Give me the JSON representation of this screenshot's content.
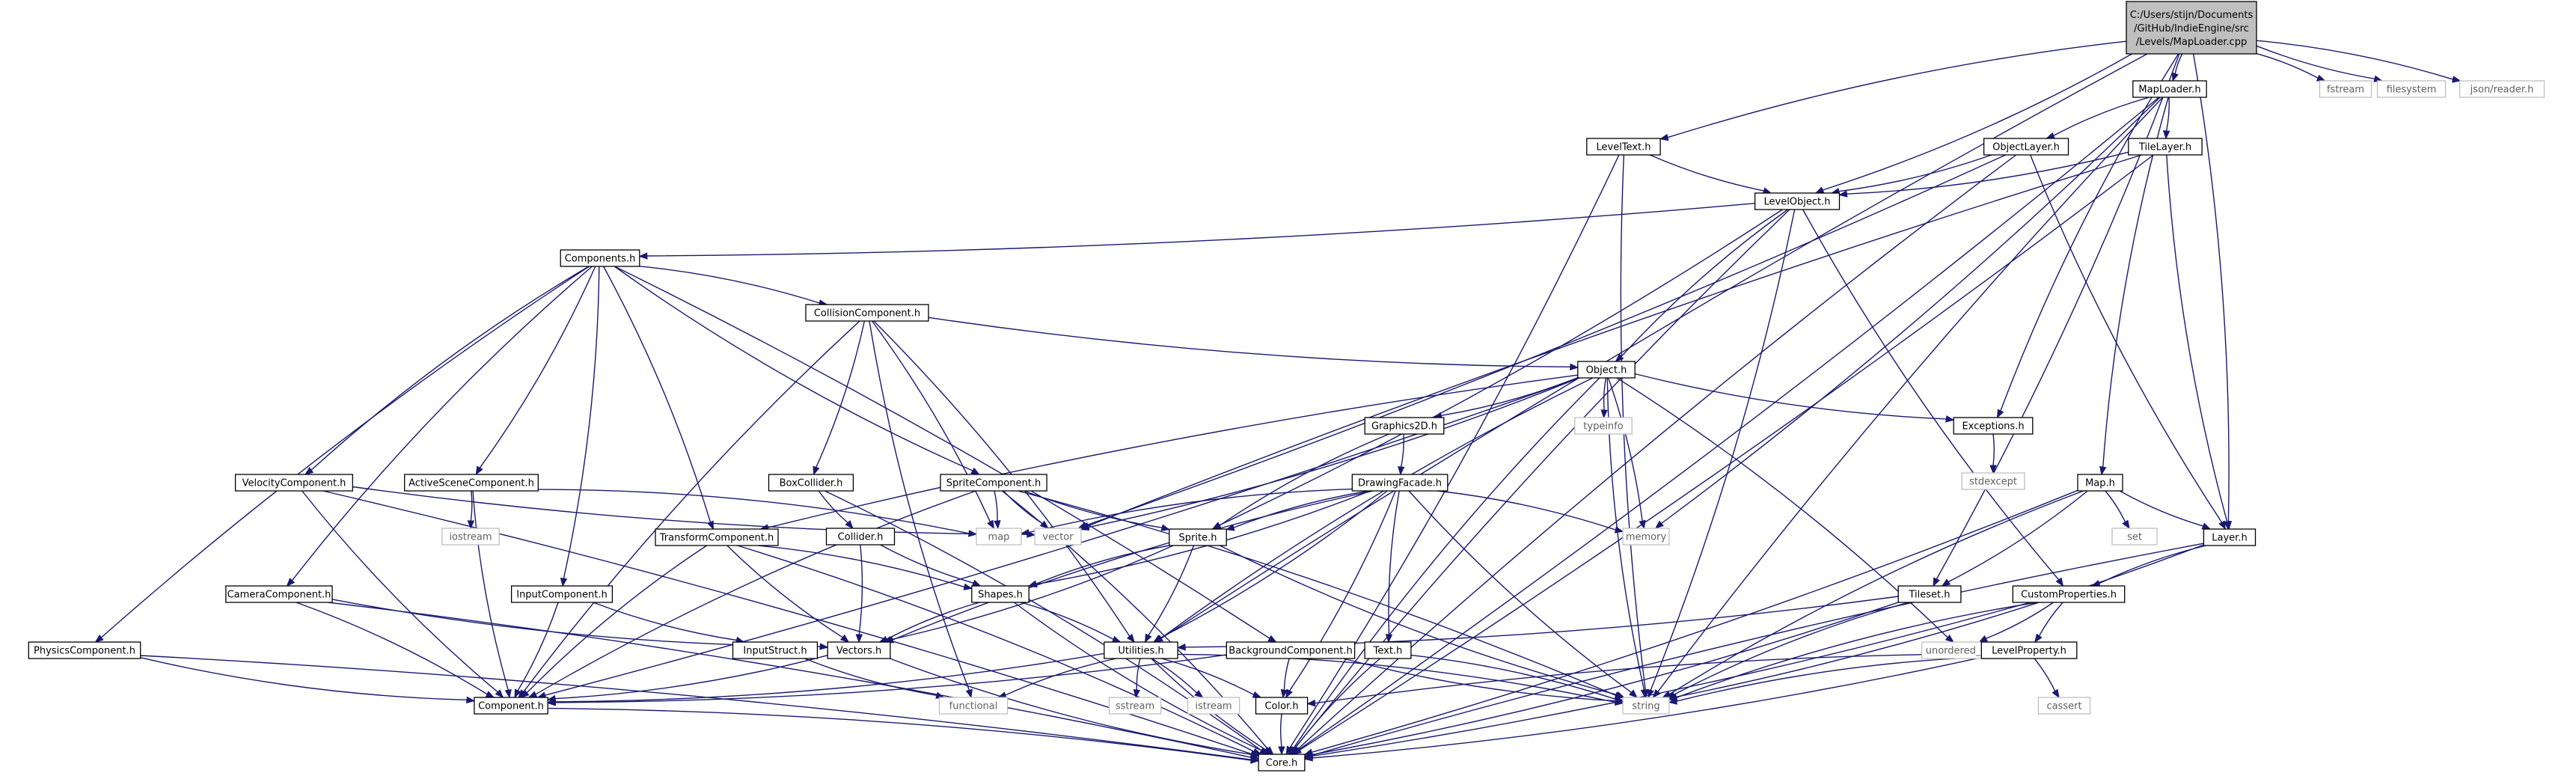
{
  "graph": {
    "root": "C:/Users/stijn/Documents/GitHub/IndieEngine/src/Levels/MapLoader.cpp",
    "root_lines": [
      "C:/Users/stijn/Documents",
      "/GitHub/IndieEngine/src",
      "/Levels/MapLoader.cpp"
    ],
    "nodes": [
      {
        "id": "root",
        "label": "C:/Users/stijn/Documents/GitHub/IndieEngine/src/Levels/MapLoader.cpp",
        "kind": "root"
      },
      {
        "id": "MapLoader_h",
        "label": "MapLoader.h",
        "kind": "local"
      },
      {
        "id": "fstream",
        "label": "fstream",
        "kind": "external"
      },
      {
        "id": "filesystem",
        "label": "filesystem",
        "kind": "external"
      },
      {
        "id": "json_reader_h",
        "label": "json/reader.h",
        "kind": "external"
      },
      {
        "id": "LevelText_h",
        "label": "LevelText.h",
        "kind": "local"
      },
      {
        "id": "ObjectLayer_h",
        "label": "ObjectLayer.h",
        "kind": "local"
      },
      {
        "id": "TileLayer_h",
        "label": "TileLayer.h",
        "kind": "local"
      },
      {
        "id": "LevelObject_h",
        "label": "LevelObject.h",
        "kind": "local"
      },
      {
        "id": "Components_h",
        "label": "Components.h",
        "kind": "local"
      },
      {
        "id": "CollisionComponent_h",
        "label": "CollisionComponent.h",
        "kind": "local"
      },
      {
        "id": "Object_h",
        "label": "Object.h",
        "kind": "local"
      },
      {
        "id": "typeinfo",
        "label": "typeinfo",
        "kind": "external"
      },
      {
        "id": "Graphics2D_h",
        "label": "Graphics2D.h",
        "kind": "local"
      },
      {
        "id": "Exceptions_h",
        "label": "Exceptions.h",
        "kind": "local"
      },
      {
        "id": "stdexcept",
        "label": "stdexcept",
        "kind": "external"
      },
      {
        "id": "VelocityComponent_h",
        "label": "VelocityComponent.h",
        "kind": "local"
      },
      {
        "id": "ActiveSceneComponent_h",
        "label": "ActiveSceneComponent.h",
        "kind": "local"
      },
      {
        "id": "BoxCollider_h",
        "label": "BoxCollider.h",
        "kind": "local"
      },
      {
        "id": "SpriteComponent_h",
        "label": "SpriteComponent.h",
        "kind": "local"
      },
      {
        "id": "DrawingFacade_h",
        "label": "DrawingFacade.h",
        "kind": "local"
      },
      {
        "id": "Map_h",
        "label": "Map.h",
        "kind": "local"
      },
      {
        "id": "iostream",
        "label": "iostream",
        "kind": "external"
      },
      {
        "id": "map",
        "label": "map",
        "kind": "external"
      },
      {
        "id": "vector",
        "label": "vector",
        "kind": "external"
      },
      {
        "id": "memory",
        "label": "memory",
        "kind": "external"
      },
      {
        "id": "set",
        "label": "set",
        "kind": "external"
      },
      {
        "id": "Collider_h",
        "label": "Collider.h",
        "kind": "local"
      },
      {
        "id": "TransformComponent_h",
        "label": "TransformComponent.h",
        "kind": "local"
      },
      {
        "id": "Sprite_h",
        "label": "Sprite.h",
        "kind": "local"
      },
      {
        "id": "Layer_h",
        "label": "Layer.h",
        "kind": "local"
      },
      {
        "id": "CameraComponent_h",
        "label": "CameraComponent.h",
        "kind": "local"
      },
      {
        "id": "InputComponent_h",
        "label": "InputComponent.h",
        "kind": "local"
      },
      {
        "id": "Shapes_h",
        "label": "Shapes.h",
        "kind": "local"
      },
      {
        "id": "Tileset_h",
        "label": "Tileset.h",
        "kind": "local"
      },
      {
        "id": "CustomProperties_h",
        "label": "CustomProperties.h",
        "kind": "local"
      },
      {
        "id": "PhysicsComponent_h",
        "label": "PhysicsComponent.h",
        "kind": "local"
      },
      {
        "id": "InputStruct_h",
        "label": "InputStruct.h",
        "kind": "local"
      },
      {
        "id": "Vectors_h",
        "label": "Vectors.h",
        "kind": "local"
      },
      {
        "id": "Utilities_h",
        "label": "Utilities.h",
        "kind": "local"
      },
      {
        "id": "BackgroundComponent_h",
        "label": "BackgroundComponent.h",
        "kind": "local"
      },
      {
        "id": "Text_h",
        "label": "Text.h",
        "kind": "local"
      },
      {
        "id": "unordered_map",
        "label": "unordered_map",
        "kind": "external"
      },
      {
        "id": "LevelProperty_h",
        "label": "LevelProperty.h",
        "kind": "local"
      },
      {
        "id": "Component_h",
        "label": "Component.h",
        "kind": "local"
      },
      {
        "id": "functional",
        "label": "functional",
        "kind": "external"
      },
      {
        "id": "sstream",
        "label": "sstream",
        "kind": "external"
      },
      {
        "id": "istream",
        "label": "istream",
        "kind": "external"
      },
      {
        "id": "Color_h",
        "label": "Color.h",
        "kind": "local"
      },
      {
        "id": "string",
        "label": "string",
        "kind": "external"
      },
      {
        "id": "cassert",
        "label": "cassert",
        "kind": "external"
      },
      {
        "id": "Core_h",
        "label": "Core.h",
        "kind": "local"
      }
    ],
    "edges": [
      [
        "root",
        "MapLoader_h"
      ],
      [
        "root",
        "fstream"
      ],
      [
        "root",
        "filesystem"
      ],
      [
        "root",
        "json_reader_h"
      ],
      [
        "root",
        "LevelText_h"
      ],
      [
        "root",
        "LevelObject_h"
      ],
      [
        "root",
        "Utilities_h"
      ],
      [
        "root",
        "Tileset_h"
      ],
      [
        "root",
        "Exceptions_h"
      ],
      [
        "root",
        "Layer_h"
      ],
      [
        "MapLoader_h",
        "ObjectLayer_h"
      ],
      [
        "MapLoader_h",
        "TileLayer_h"
      ],
      [
        "MapLoader_h",
        "Map_h"
      ],
      [
        "MapLoader_h",
        "memory"
      ],
      [
        "MapLoader_h",
        "string"
      ],
      [
        "MapLoader_h",
        "Core_h"
      ],
      [
        "LevelText_h",
        "LevelObject_h"
      ],
      [
        "LevelText_h",
        "Core_h"
      ],
      [
        "LevelText_h",
        "string"
      ],
      [
        "ObjectLayer_h",
        "LevelObject_h"
      ],
      [
        "ObjectLayer_h",
        "Layer_h"
      ],
      [
        "ObjectLayer_h",
        "vector"
      ],
      [
        "ObjectLayer_h",
        "Core_h"
      ],
      [
        "TileLayer_h",
        "LevelObject_h"
      ],
      [
        "TileLayer_h",
        "Layer_h"
      ],
      [
        "TileLayer_h",
        "Core_h"
      ],
      [
        "TileLayer_h",
        "vector"
      ],
      [
        "LevelObject_h",
        "Components_h"
      ],
      [
        "LevelObject_h",
        "Object_h"
      ],
      [
        "LevelObject_h",
        "Sprite_h"
      ],
      [
        "LevelObject_h",
        "CustomProperties_h"
      ],
      [
        "LevelObject_h",
        "string"
      ],
      [
        "LevelObject_h",
        "Core_h"
      ],
      [
        "Components_h",
        "CollisionComponent_h"
      ],
      [
        "Components_h",
        "VelocityComponent_h"
      ],
      [
        "Components_h",
        "ActiveSceneComponent_h"
      ],
      [
        "Components_h",
        "SpriteComponent_h"
      ],
      [
        "Components_h",
        "TransformComponent_h"
      ],
      [
        "Components_h",
        "CameraComponent_h"
      ],
      [
        "Components_h",
        "InputComponent_h"
      ],
      [
        "Components_h",
        "PhysicsComponent_h"
      ],
      [
        "Components_h",
        "BackgroundComponent_h"
      ],
      [
        "CollisionComponent_h",
        "Object_h"
      ],
      [
        "CollisionComponent_h",
        "BoxCollider_h"
      ],
      [
        "CollisionComponent_h",
        "Component_h"
      ],
      [
        "CollisionComponent_h",
        "map"
      ],
      [
        "CollisionComponent_h",
        "functional"
      ],
      [
        "CollisionComponent_h",
        "Utilities_h"
      ],
      [
        "Object_h",
        "typeinfo"
      ],
      [
        "Object_h",
        "Graphics2D_h"
      ],
      [
        "Object_h",
        "Exceptions_h"
      ],
      [
        "Object_h",
        "memory"
      ],
      [
        "Object_h",
        "string"
      ],
      [
        "Object_h",
        "unordered_map"
      ],
      [
        "Object_h",
        "Core_h"
      ],
      [
        "Object_h",
        "Component_h"
      ],
      [
        "Object_h",
        "TransformComponent_h"
      ],
      [
        "Object_h",
        "vector"
      ],
      [
        "Object_h",
        "Utilities_h"
      ],
      [
        "Graphics2D_h",
        "DrawingFacade_h"
      ],
      [
        "Graphics2D_h",
        "Sprite_h"
      ],
      [
        "Exceptions_h",
        "stdexcept"
      ],
      [
        "VelocityComponent_h",
        "Component_h"
      ],
      [
        "VelocityComponent_h",
        "Core_h"
      ],
      [
        "VelocityComponent_h",
        "vector"
      ],
      [
        "ActiveSceneComponent_h",
        "iostream"
      ],
      [
        "ActiveSceneComponent_h",
        "Component_h"
      ],
      [
        "ActiveSceneComponent_h",
        "map"
      ],
      [
        "BoxCollider_h",
        "Collider_h"
      ],
      [
        "BoxCollider_h",
        "Core_h"
      ],
      [
        "SpriteComponent_h",
        "Sprite_h"
      ],
      [
        "SpriteComponent_h",
        "map"
      ],
      [
        "SpriteComponent_h",
        "vector"
      ],
      [
        "SpriteComponent_h",
        "string"
      ],
      [
        "SpriteComponent_h",
        "Component_h"
      ],
      [
        "SpriteComponent_h",
        "Core_h"
      ],
      [
        "DrawingFacade_h",
        "Sprite_h"
      ],
      [
        "DrawingFacade_h",
        "Shapes_h"
      ],
      [
        "DrawingFacade_h",
        "Text_h"
      ],
      [
        "DrawingFacade_h",
        "Color_h"
      ],
      [
        "DrawingFacade_h",
        "map"
      ],
      [
        "DrawingFacade_h",
        "memory"
      ],
      [
        "DrawingFacade_h",
        "string"
      ],
      [
        "DrawingFacade_h",
        "Utilities_h"
      ],
      [
        "DrawingFacade_h",
        "Vectors_h"
      ],
      [
        "Map_h",
        "set"
      ],
      [
        "Map_h",
        "Layer_h"
      ],
      [
        "Map_h",
        "Tileset_h"
      ],
      [
        "Map_h",
        "string"
      ],
      [
        "Map_h",
        "Core_h"
      ],
      [
        "Collider_h",
        "Shapes_h"
      ],
      [
        "Collider_h",
        "Vectors_h"
      ],
      [
        "TransformComponent_h",
        "Vectors_h"
      ],
      [
        "TransformComponent_h",
        "Shapes_h"
      ],
      [
        "TransformComponent_h",
        "Component_h"
      ],
      [
        "TransformComponent_h",
        "Core_h"
      ],
      [
        "Sprite_h",
        "Shapes_h"
      ],
      [
        "Sprite_h",
        "Utilities_h"
      ],
      [
        "Sprite_h",
        "string"
      ],
      [
        "Sprite_h",
        "Vectors_h"
      ],
      [
        "Layer_h",
        "CustomProperties_h"
      ],
      [
        "Layer_h",
        "string"
      ],
      [
        "Layer_h",
        "Core_h"
      ],
      [
        "CameraComponent_h",
        "Component_h"
      ],
      [
        "CameraComponent_h",
        "Vectors_h"
      ],
      [
        "CameraComponent_h",
        "Core_h"
      ],
      [
        "InputComponent_h",
        "InputStruct_h"
      ],
      [
        "InputComponent_h",
        "Component_h"
      ],
      [
        "Shapes_h",
        "Vectors_h"
      ],
      [
        "Shapes_h",
        "Utilities_h"
      ],
      [
        "Shapes_h",
        "Core_h"
      ],
      [
        "Tileset_h",
        "Utilities_h"
      ],
      [
        "Tileset_h",
        "string"
      ],
      [
        "Tileset_h",
        "Core_h"
      ],
      [
        "CustomProperties_h",
        "LevelProperty_h"
      ],
      [
        "CustomProperties_h",
        "unordered_map"
      ],
      [
        "CustomProperties_h",
        "string"
      ],
      [
        "CustomProperties_h",
        "Core_h"
      ],
      [
        "PhysicsComponent_h",
        "Component_h"
      ],
      [
        "PhysicsComponent_h",
        "Core_h"
      ],
      [
        "InputStruct_h",
        "functional"
      ],
      [
        "Vectors_h",
        "Component_h"
      ],
      [
        "Vectors_h",
        "Core_h"
      ],
      [
        "Utilities_h",
        "Component_h"
      ],
      [
        "Utilities_h",
        "sstream"
      ],
      [
        "Utilities_h",
        "istream"
      ],
      [
        "Utilities_h",
        "functional"
      ],
      [
        "Utilities_h",
        "string"
      ],
      [
        "Utilities_h",
        "Core_h"
      ],
      [
        "Utilities_h",
        "Color_h"
      ],
      [
        "BackgroundComponent_h",
        "Color_h"
      ],
      [
        "BackgroundComponent_h",
        "Component_h"
      ],
      [
        "BackgroundComponent_h",
        "string"
      ],
      [
        "Text_h",
        "string"
      ],
      [
        "Text_h",
        "Core_h"
      ],
      [
        "LevelProperty_h",
        "cassert"
      ],
      [
        "LevelProperty_h",
        "string"
      ],
      [
        "LevelProperty_h",
        "Core_h"
      ],
      [
        "LevelProperty_h",
        "Color_h"
      ],
      [
        "Component_h",
        "Core_h"
      ],
      [
        "Color_h",
        "Core_h"
      ]
    ]
  }
}
